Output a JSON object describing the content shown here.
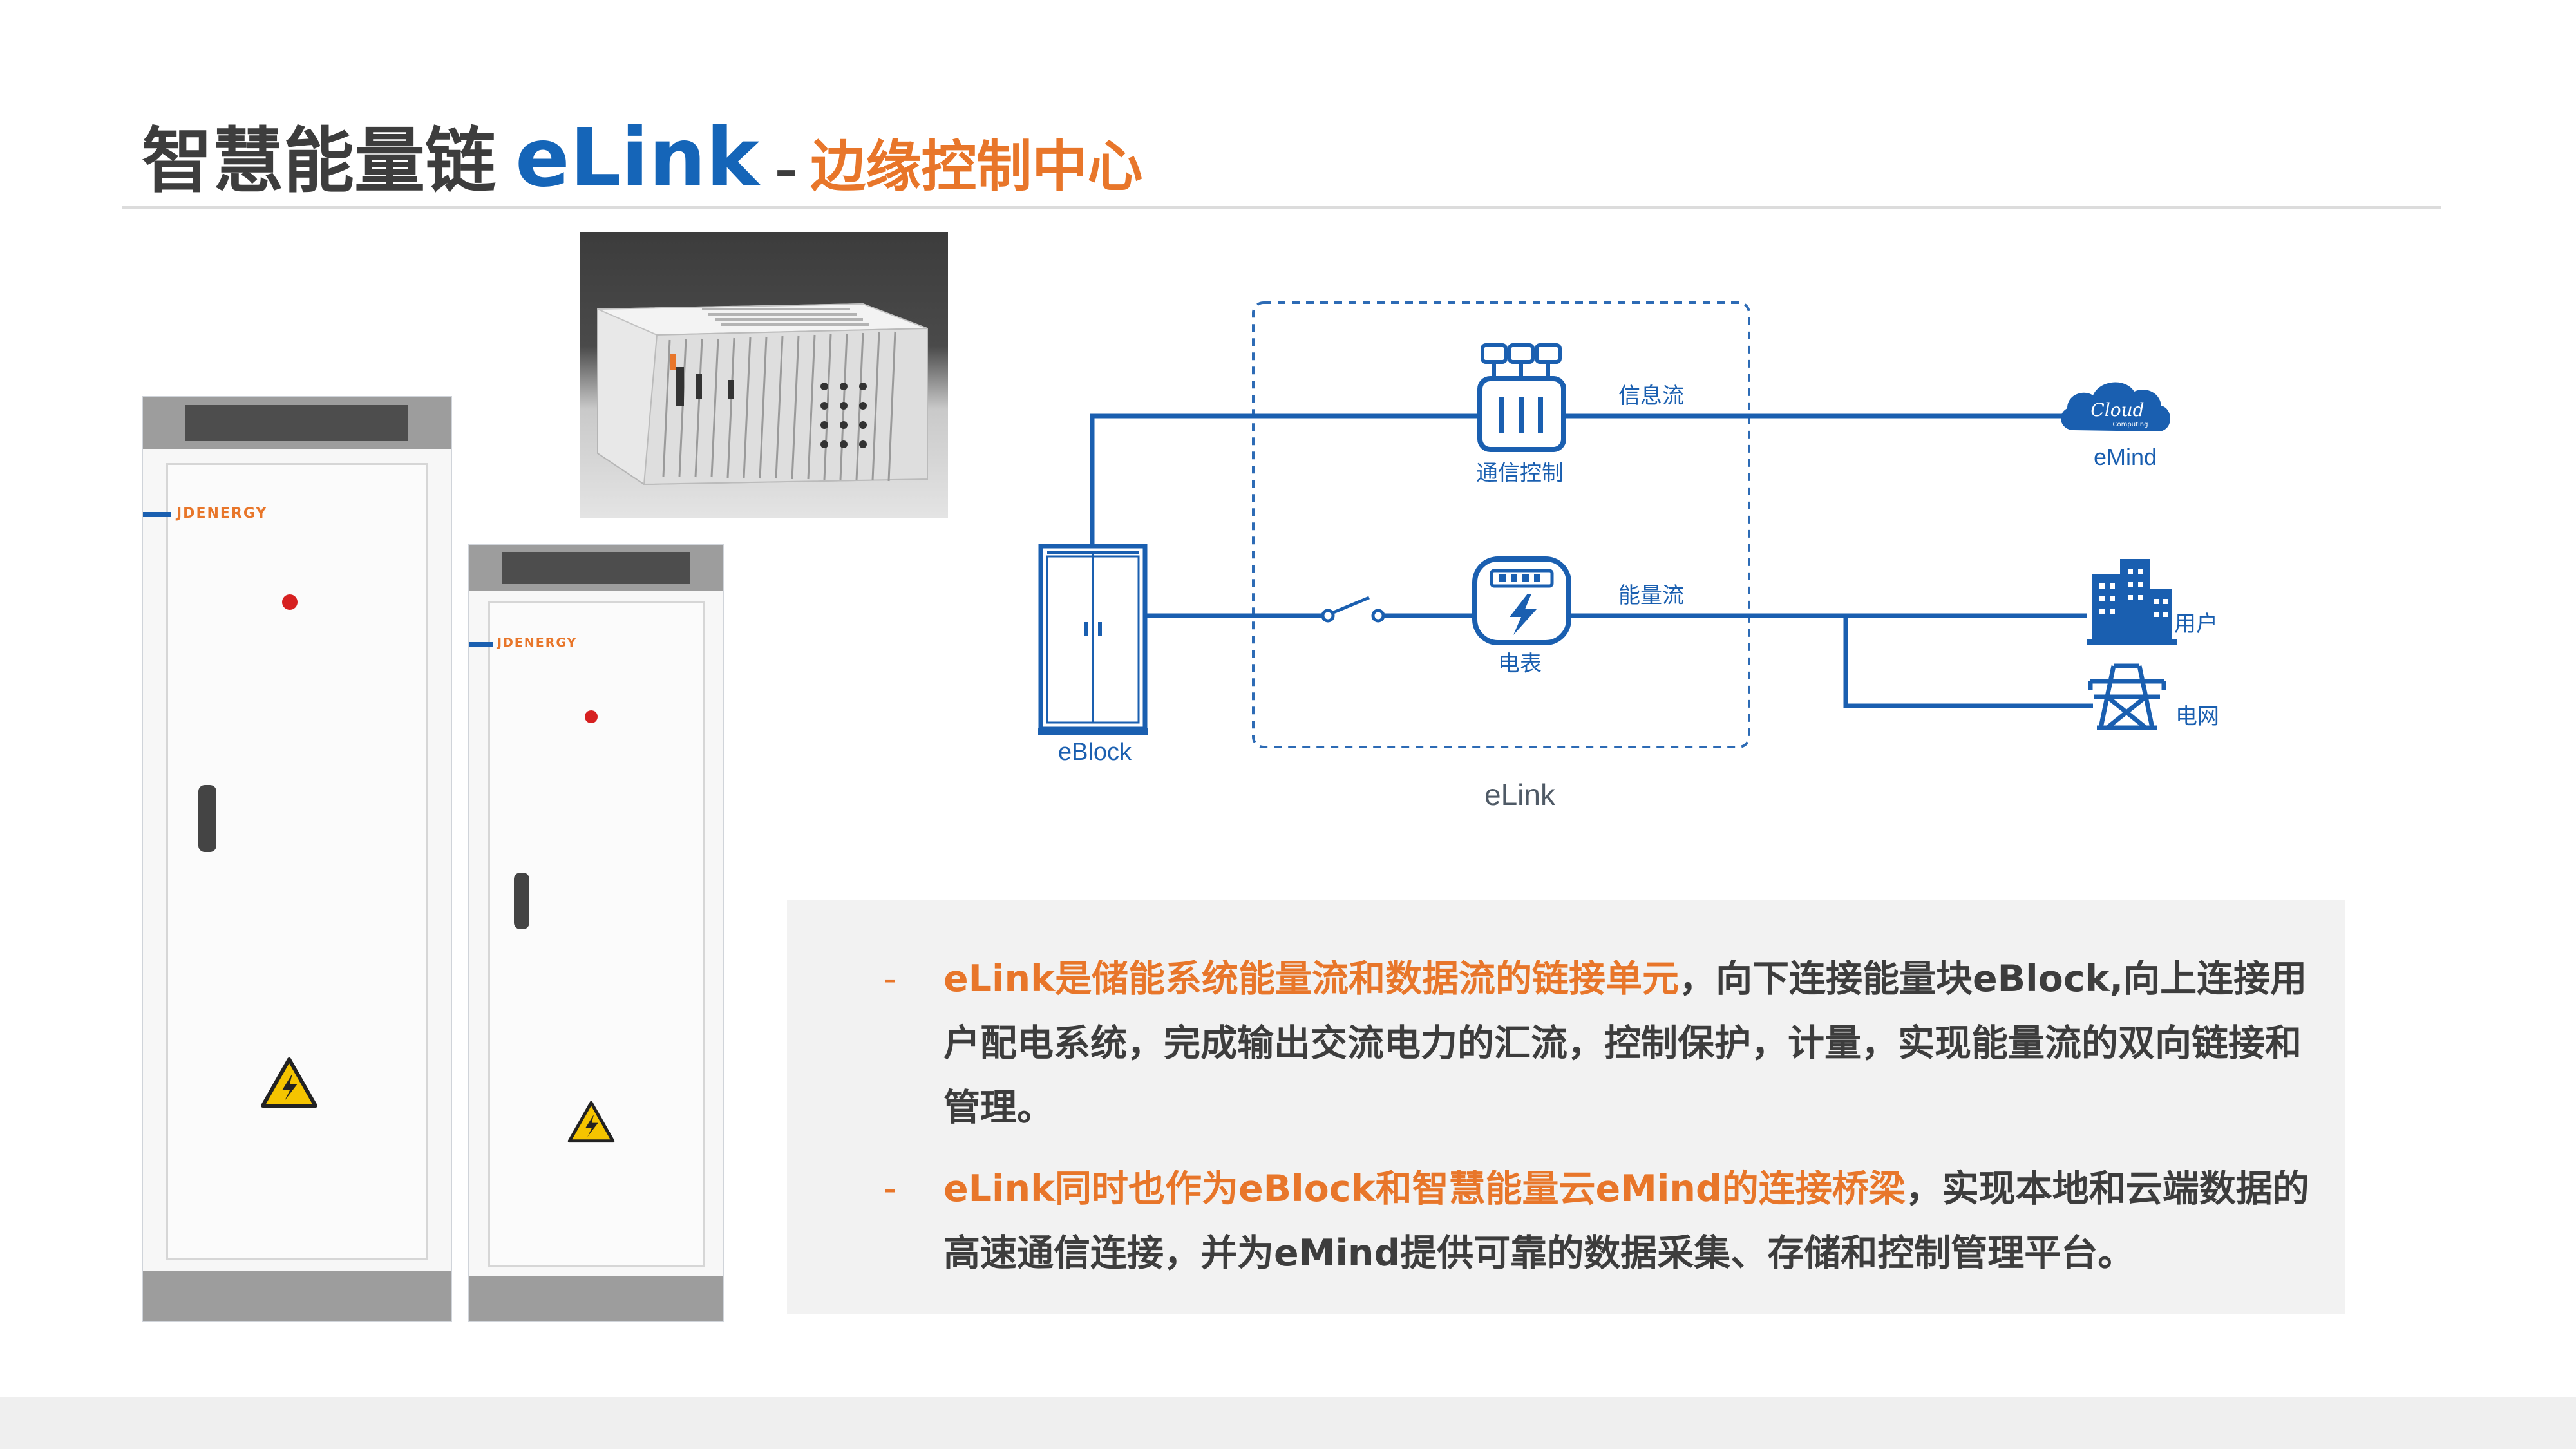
{
  "title": {
    "part1": "智慧能量链",
    "part2": "eLink",
    "separator": "–",
    "part3": "边缘控制中心"
  },
  "cabinets": {
    "brand_large": "JDENERGY",
    "brand_small": "JDENERGY"
  },
  "diagram": {
    "comm_label": "信息流",
    "comm_device_label": "通信控制",
    "cloud_text": "Cloud",
    "cloud_subtext": "Computing",
    "cloud_label": "eMind",
    "energy_label": "能量流",
    "meter_label": "电表",
    "eblock_label": "eBlock",
    "user_label": "用户",
    "grid_label": "电网",
    "elink_label": "eLink"
  },
  "bullets": [
    {
      "dash": "-",
      "highlight": "eLink是储能系统能量流和数据流的链接单元",
      "text": "，向下连接能量块eBlock,向上连接用户配电系统，完成输出交流电力的汇流，控制保护，计量，实现能量流的双向链接和管理。"
    },
    {
      "dash": "-",
      "highlight": "eLink同时也作为eBlock和智慧能量云eMind的连接桥梁",
      "text": "，实现本地和云端数据的高速通信连接，并为eMind提供可靠的数据采集、存储和控制管理平台。"
    }
  ],
  "colors": {
    "accent_blue": "#1565b8",
    "accent_orange": "#e8762a",
    "text_dark": "#3d3d3d",
    "diagram_blue": "#1a5fb0"
  }
}
